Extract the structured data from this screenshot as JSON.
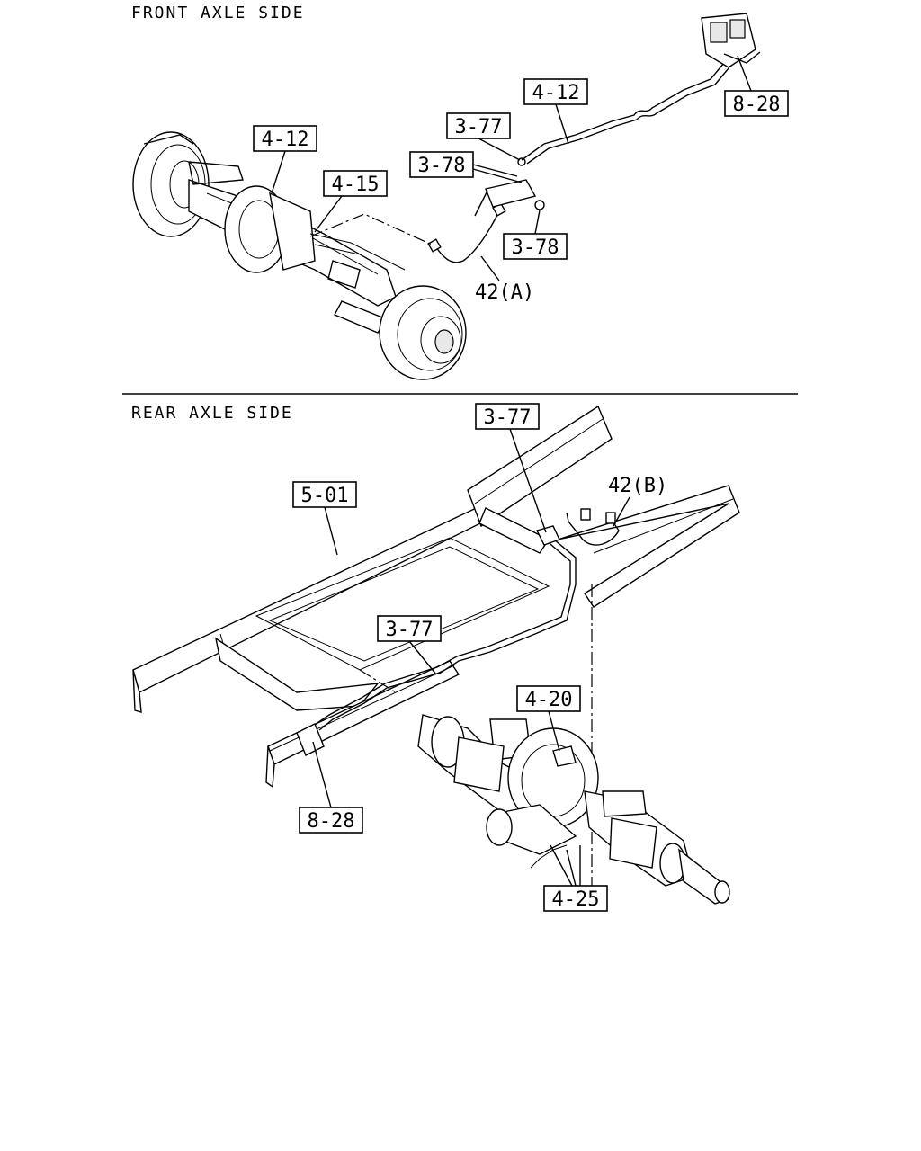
{
  "sections": {
    "front_title": "FRONT AXLE SIDE",
    "rear_title": "REAR AXLE SIDE"
  },
  "callouts": {
    "front": {
      "c1": "4-12",
      "c2": "8-28",
      "c3": "3-77",
      "c4": "3-78",
      "c5": "4-12",
      "c6": "4-15",
      "c7": "3-78",
      "c8": "42(A)"
    },
    "rear": {
      "c1": "3-77",
      "c2": "42(B)",
      "c3": "5-01",
      "c4": "3-77",
      "c5": "4-20",
      "c6": "8-28",
      "c7": "4-25"
    }
  }
}
